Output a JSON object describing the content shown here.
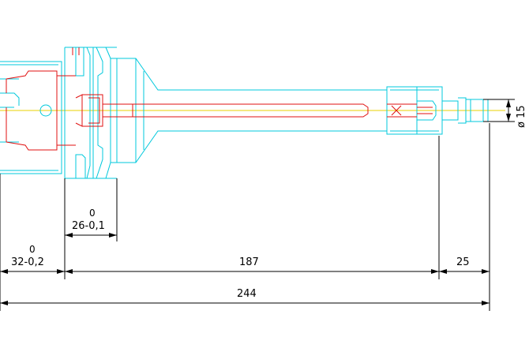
{
  "colors": {
    "outline": "#00c8dc",
    "inner": "#e01010",
    "centerline": "#e8d000",
    "dimension": "#000000"
  },
  "dimensions": {
    "dim_26": {
      "value": "26-0,1",
      "tol_upper": "0"
    },
    "dim_32": {
      "value": "32-0,2",
      "tol_upper": "0"
    },
    "dim_187": {
      "value": "187"
    },
    "dim_25": {
      "value": "25"
    },
    "dim_244": {
      "value": "244"
    },
    "dim_dia15": {
      "value": "ø 15"
    }
  }
}
